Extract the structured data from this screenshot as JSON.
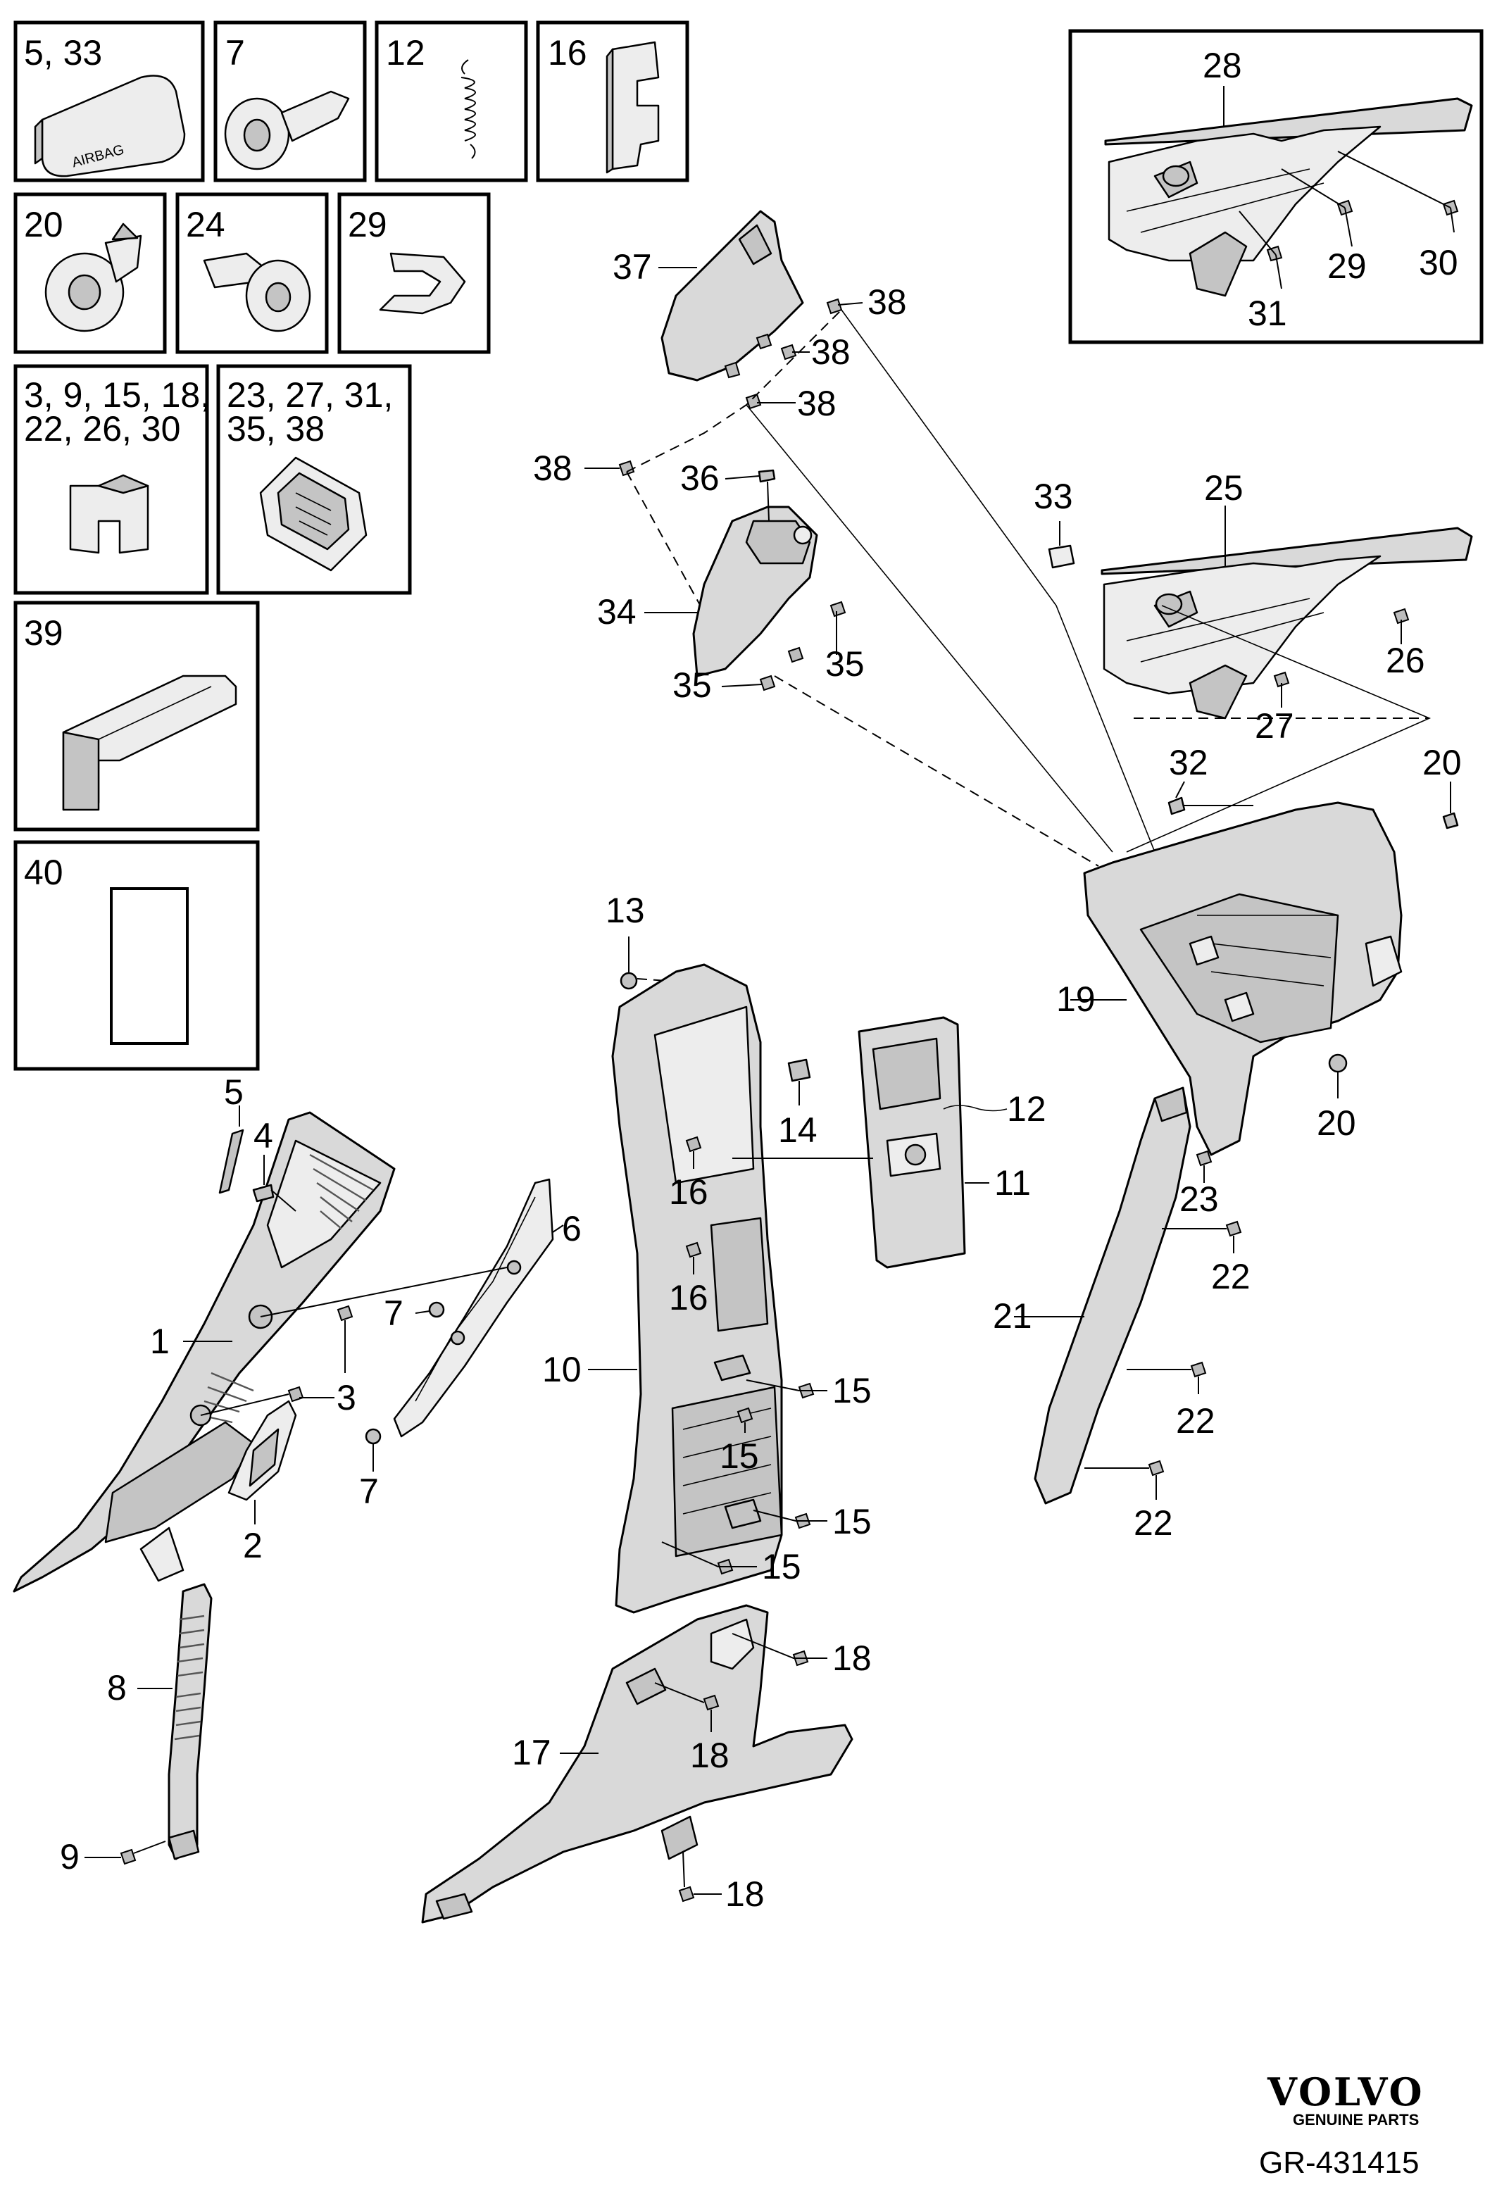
{
  "diagram": {
    "legend_boxes": {
      "airbag_cover": {
        "label": "5, 33",
        "text": "AIRBAG"
      },
      "push_clip": {
        "label": "7"
      },
      "spring": {
        "label": "12"
      },
      "bracket_clip": {
        "label": "16"
      },
      "round_clip": {
        "label": "20"
      },
      "screw_clip": {
        "label": "24"
      },
      "wire_clip": {
        "label": "29"
      },
      "u_clip_line1": {
        "label": "3, 9, 15, 18,"
      },
      "u_clip_line2": {
        "label": "22, 26, 30"
      },
      "spring_clip_line1": {
        "label": "23, 27, 31,"
      },
      "spring_clip_line2": {
        "label": "35, 38"
      },
      "grab_handle": {
        "label": "39"
      },
      "pad": {
        "label": "40"
      },
      "inset_panel": {
        "label": "28",
        "callouts": [
          "29",
          "30",
          "31"
        ]
      }
    },
    "callouts": {
      "c37": "37",
      "c38a": "38",
      "c38b": "38",
      "c38c": "38",
      "c38d": "38",
      "c36": "36",
      "c34": "34",
      "c35a": "35",
      "c35b": "35",
      "c33": "33",
      "c25": "25",
      "c26": "26",
      "c27": "27",
      "c32": "32",
      "c20a": "20",
      "c19": "19",
      "c20b": "20",
      "c13": "13",
      "c14": "14",
      "c12": "12",
      "c11": "11",
      "c16a": "16",
      "c16b": "16",
      "c10": "10",
      "c15a": "15",
      "c15b": "15",
      "c15c": "15",
      "c15d": "15",
      "c23": "23",
      "c22a": "22",
      "c21": "21",
      "c22b": "22",
      "c22c": "22",
      "c5": "5",
      "c4": "4",
      "c6": "6",
      "c7a": "7",
      "c1": "1",
      "c3": "3",
      "c7b": "7",
      "c2": "2",
      "c8": "8",
      "c9": "9",
      "c18a": "18",
      "c17": "17",
      "c18b": "18",
      "c18c": "18"
    }
  },
  "branding": {
    "logo": "VOLVO",
    "sub": "GENUINE PARTS",
    "ref": "GR-431415"
  }
}
